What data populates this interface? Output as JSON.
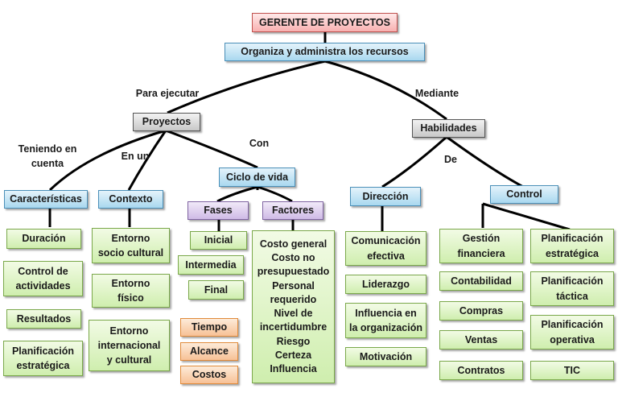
{
  "title": "GERENTE DE PROYECTOS",
  "organiza": "Organiza y administra los recursos",
  "links": {
    "para_ejecutar": "Para ejecutar",
    "mediante": "Mediante",
    "teniendo": "Teniendo en\ncuenta",
    "en_un": "En un",
    "con": "Con",
    "de": "De"
  },
  "proyectos": "Proyectos",
  "habilidades": "Habilidades",
  "ciclo_vida": "Ciclo de vida",
  "caracteristicas": "Características",
  "contexto": "Contexto",
  "fases": "Fases",
  "factores": "Factores",
  "direccion": "Dirección",
  "control": "Control",
  "caracteristicas_items": [
    "Duración",
    "Control de\nactividades",
    "Resultados",
    "Planificación\nestratégica"
  ],
  "contexto_items": [
    "Entorno\nsocio cultural",
    "Entorno\nfísico",
    "Entorno\ninternacional\ny cultural"
  ],
  "fases_items": [
    "Inicial",
    "Intermedia",
    "Final"
  ],
  "orange_items": [
    "Tiempo",
    "Alcance",
    "Costos"
  ],
  "factores_text": "Costo general\nCosto no\npresupuestado\nPersonal\nrequerido\nNivel de\nincertidumbre\nRiesgo\nCerteza\nInfluencia",
  "direccion_items": [
    "Comunicación\nefectiva",
    "Liderazgo",
    "Influencia en\nla organización",
    "Motivación"
  ],
  "control_left_items": [
    "Gestión\nfinanciera",
    "Contabilidad",
    "Compras",
    "Ventas",
    "Contratos"
  ],
  "control_right_items": [
    "Planificación\nestratégica",
    "Planificación\ntáctica",
    "Planificación\noperativa",
    "TIC"
  ]
}
